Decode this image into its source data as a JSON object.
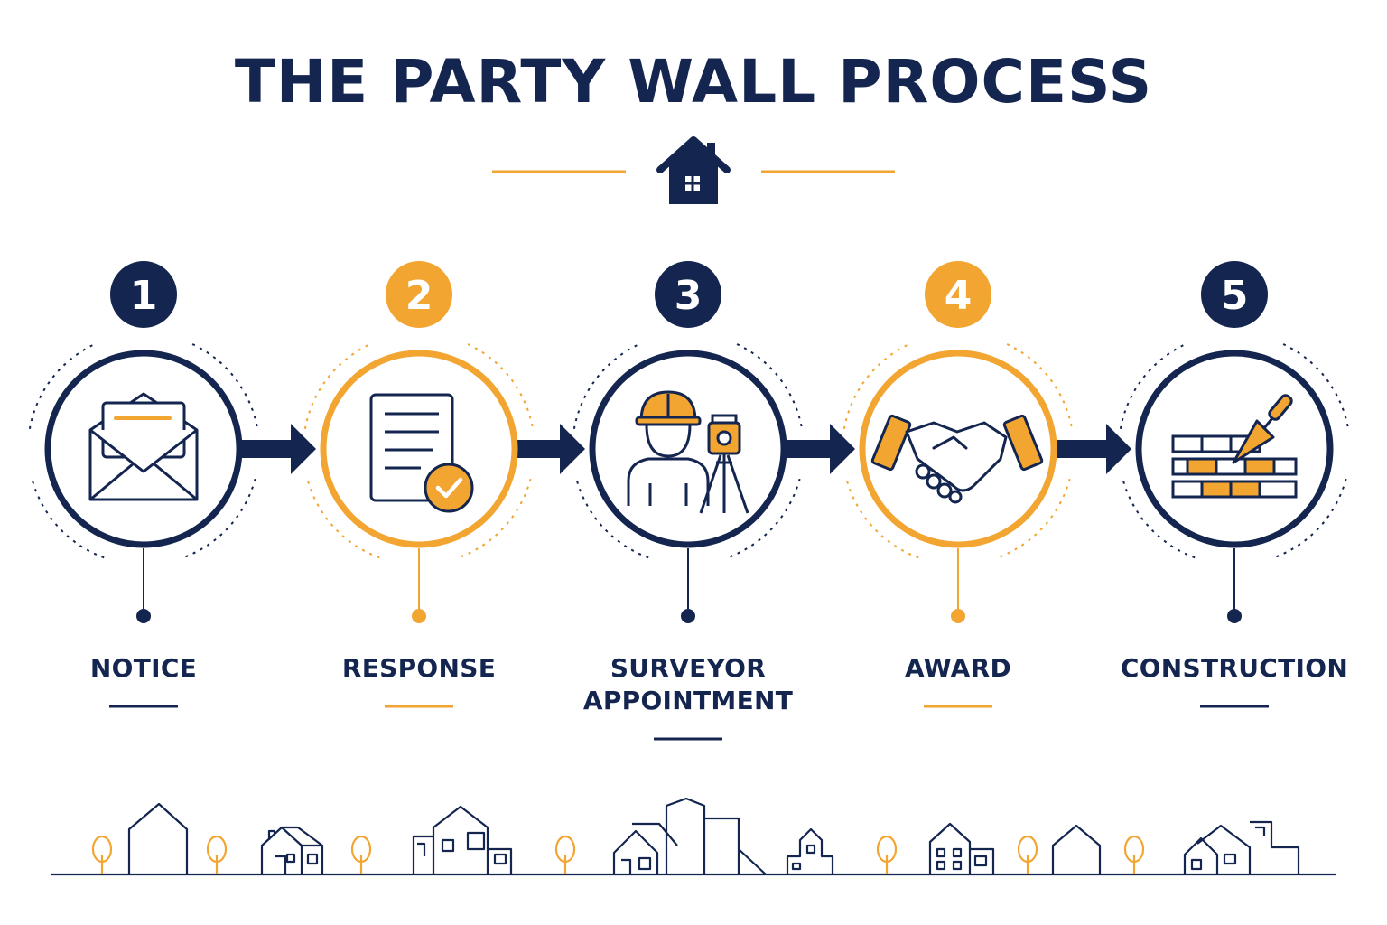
{
  "title": "THE PARTY WALL PROCESS",
  "colors": {
    "navy": "#14264f",
    "orange": "#f2a531",
    "white": "#ffffff"
  },
  "header_icon": "house-icon",
  "steps": [
    {
      "number": "1",
      "label_lines": [
        "NOTICE"
      ],
      "icon": "envelope-icon",
      "accent": "navy"
    },
    {
      "number": "2",
      "label_lines": [
        "RESPONSE"
      ],
      "icon": "document-check-icon",
      "accent": "orange"
    },
    {
      "number": "3",
      "label_lines": [
        "SURVEYOR",
        "APPOINTMENT"
      ],
      "icon": "surveyor-icon",
      "accent": "navy"
    },
    {
      "number": "4",
      "label_lines": [
        "AWARD"
      ],
      "icon": "handshake-icon",
      "accent": "orange"
    },
    {
      "number": "5",
      "label_lines": [
        "CONSTRUCTION"
      ],
      "icon": "brick-wall-trowel-icon",
      "accent": "navy"
    }
  ],
  "footer_decoration": "town-skyline-icon"
}
